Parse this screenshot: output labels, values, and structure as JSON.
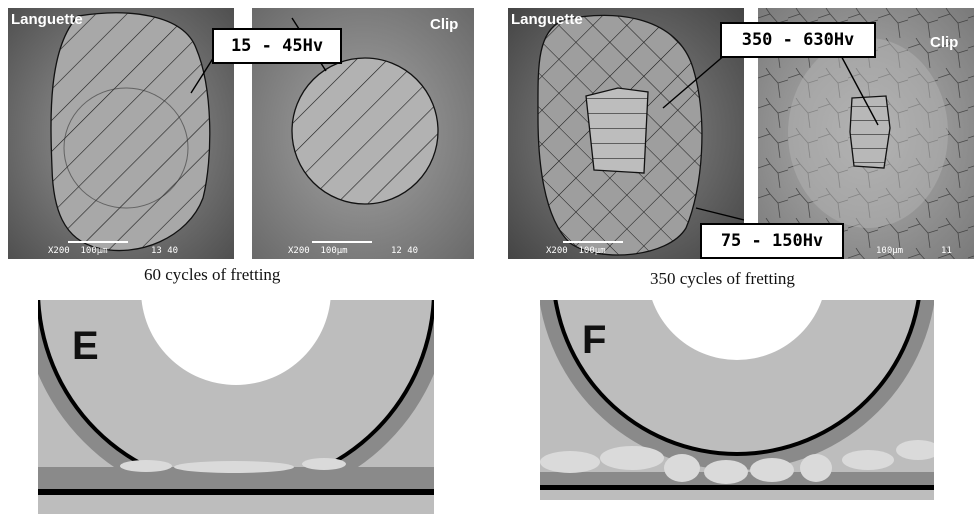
{
  "panels": {
    "top_left": {
      "left_image": {
        "label": "Languette",
        "scale_text": "X200  100µm        13 40"
      },
      "right_image": {
        "label": "",
        "scale_text": "X200  100µm        12 40"
      },
      "right_label": "Clip",
      "callout": "15 - 45Hv",
      "caption": "60 cycles of fretting"
    },
    "top_right": {
      "left_image": {
        "label": "Languette",
        "scale_text": "X200  100µm"
      },
      "right_image": {
        "label": "Clip",
        "scale_text": "100µm       11"
      },
      "callout_top": "350 - 630Hv",
      "callout_bottom": "75 - 150Hv",
      "caption": "350 cycles of fretting"
    },
    "bottom_left": {
      "letter": "E"
    },
    "bottom_right": {
      "letter": "F"
    }
  },
  "colors": {
    "sem_dark": "#5f5f5f",
    "sem_light": "#9a9a9a",
    "schematic_light": "#bdbdbd",
    "schematic_dark": "#8a8a8a",
    "debris": "#dadada",
    "line": "#000000"
  }
}
